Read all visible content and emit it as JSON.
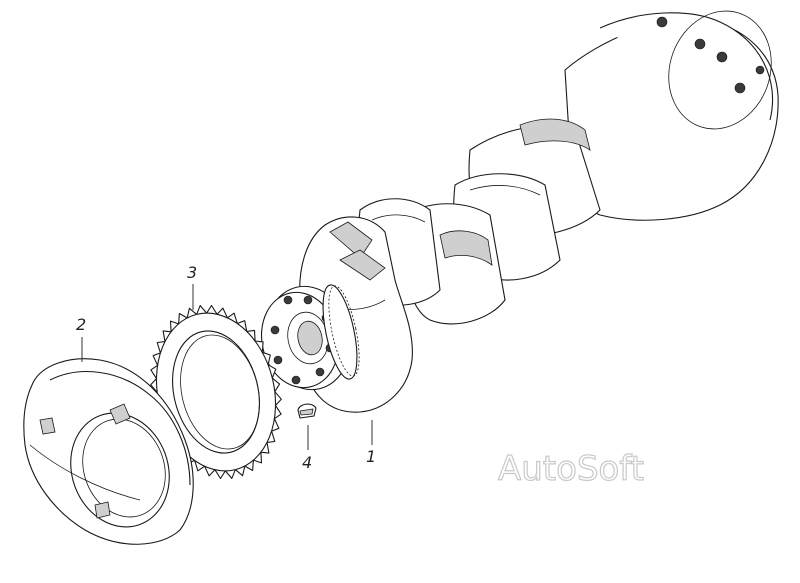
{
  "parts": [
    {
      "number": "1",
      "name": "crankshaft"
    },
    {
      "number": "2",
      "name": "counterweight"
    },
    {
      "number": "3",
      "name": "gear-ring"
    },
    {
      "number": "4",
      "name": "key"
    }
  ],
  "watermark": "AutoSoft",
  "colors": {
    "line": "#1a1a1a",
    "shade": "#cfcfcf",
    "watermark_outline": "#c9c9c9"
  }
}
